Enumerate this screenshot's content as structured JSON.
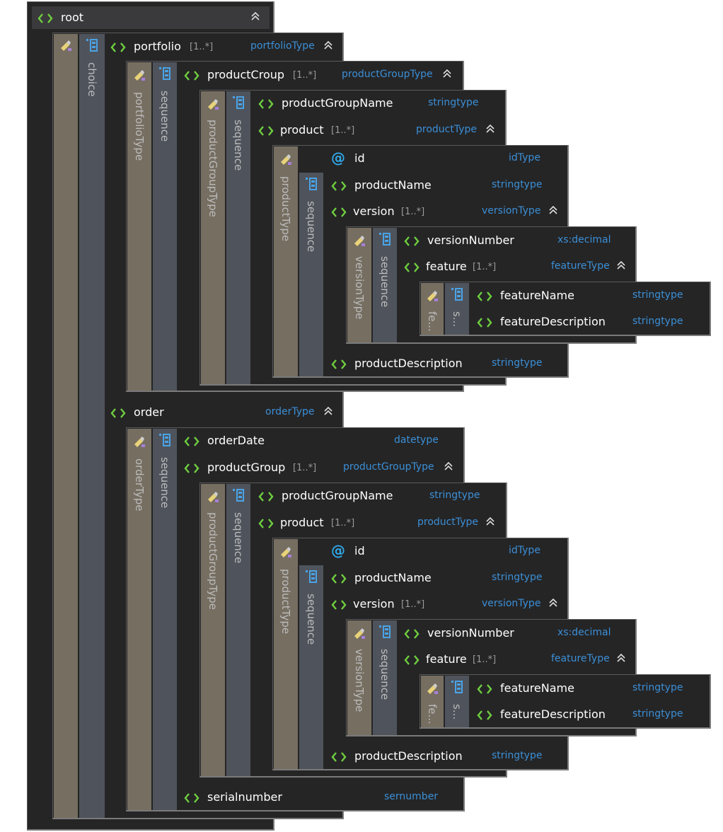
{
  "root": {
    "name": "root"
  },
  "l1": {
    "choice": "choice"
  },
  "portfolio": {
    "name": "portfolio",
    "card": "[1..*]",
    "type": "portfolioType",
    "bar_type": "portfolioType",
    "bar_seq": "sequence",
    "productGroup": {
      "name": "productCroup",
      "card": "[1..*]",
      "type": "productGroupType",
      "bar_type": "productGroupType",
      "bar_seq": "sequence",
      "productGroupName": {
        "name": "productGroupName",
        "type": "stringtype"
      },
      "product": {
        "name": "product",
        "card": "[1..*]",
        "type": "productType",
        "bar_type": "productType",
        "bar_seq": "sequence",
        "id": {
          "name": "id",
          "type": "idType"
        },
        "productName": {
          "name": "productName",
          "type": "stringtype"
        },
        "version": {
          "name": "version",
          "card": "[1..*]",
          "type": "versionType",
          "bar_type": "versionType",
          "bar_seq": "sequence",
          "versionNumber": {
            "name": "versionNumber",
            "type": "xs:decimal"
          },
          "feature": {
            "name": "feature",
            "card": "[1..*]",
            "type": "featureType",
            "bar_type": "fe...",
            "bar_seq": "s...",
            "featureName": {
              "name": "featureName",
              "type": "stringtype"
            },
            "featureDescription": {
              "name": "featureDescription",
              "type": "stringtype"
            }
          }
        },
        "productDescription": {
          "name": "productDescription",
          "type": "stringtype"
        }
      }
    }
  },
  "order": {
    "name": "order",
    "type": "orderType",
    "bar_type": "orderType",
    "bar_seq": "sequence",
    "orderDate": {
      "name": "orderDate",
      "type": "datetype"
    },
    "productGroup": {
      "name": "productGroup",
      "card": "[1..*]",
      "type": "productGroupType",
      "bar_type": "productGroupType",
      "bar_seq": "sequence",
      "productGroupName": {
        "name": "productGroupName",
        "type": "stringtype"
      },
      "product": {
        "name": "product",
        "card": "[1..*]",
        "type": "productType",
        "bar_type": "productType",
        "bar_seq": "sequence",
        "id": {
          "name": "id",
          "type": "idType"
        },
        "productName": {
          "name": "productName",
          "type": "stringtype"
        },
        "version": {
          "name": "version",
          "card": "[1..*]",
          "type": "versionType",
          "bar_type": "versionType",
          "bar_seq": "sequence",
          "versionNumber": {
            "name": "versionNumber",
            "type": "xs:decimal"
          },
          "feature": {
            "name": "feature",
            "card": "[1..*]",
            "type": "featureType",
            "bar_type": "fe...",
            "bar_seq": "s...",
            "featureName": {
              "name": "featureName",
              "type": "stringtype"
            },
            "featureDescription": {
              "name": "featureDescription",
              "type": "stringtype"
            }
          }
        },
        "productDescription": {
          "name": "productDescription",
          "type": "stringtype"
        }
      }
    },
    "serialnumber": {
      "name": "serialnumber",
      "type": "sernumber"
    }
  },
  "colors": {
    "background": "#252526",
    "type_bar": "#766e61",
    "sequence_bar": "#4f545c",
    "element_icon": "#6fcf3f",
    "type_text": "#3b8fd6",
    "card_text": "#9a9a9a"
  },
  "icons": {
    "element": "element-brackets-icon",
    "attribute": "attribute-at-icon",
    "collapse": "collapse-chevrons-icon",
    "type": "type-edit-icon",
    "sequence": "sequence-icon",
    "choice": "choice-icon"
  }
}
